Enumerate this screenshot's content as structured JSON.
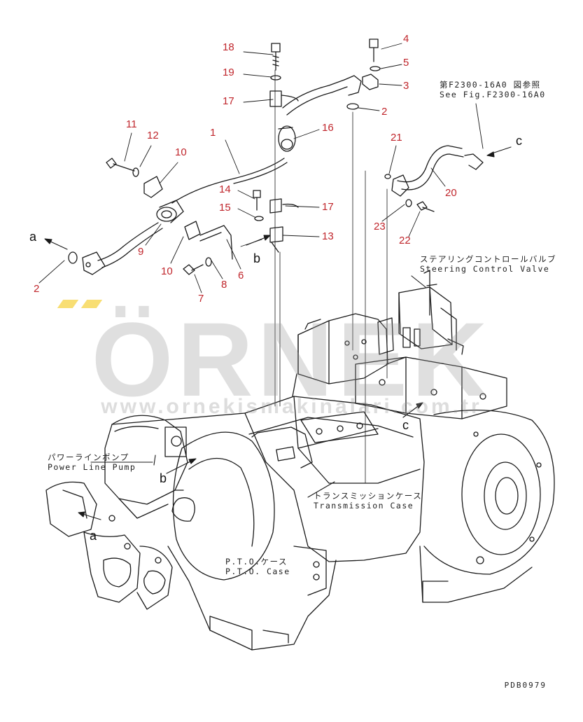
{
  "colors": {
    "number": "#c0262c",
    "line": "#1a1a1a",
    "watermark": "#969696",
    "accent": "#f2c200"
  },
  "callouts": [
    {
      "id": "n18",
      "text": "18"
    },
    {
      "id": "n19",
      "text": "19"
    },
    {
      "id": "n17a",
      "text": "17"
    },
    {
      "id": "n4",
      "text": "4"
    },
    {
      "id": "n5",
      "text": "5"
    },
    {
      "id": "n3",
      "text": "3"
    },
    {
      "id": "n2a",
      "text": "2"
    },
    {
      "id": "n16",
      "text": "16"
    },
    {
      "id": "n1",
      "text": "1"
    },
    {
      "id": "n11",
      "text": "11"
    },
    {
      "id": "n12",
      "text": "12"
    },
    {
      "id": "n10a",
      "text": "10"
    },
    {
      "id": "n14",
      "text": "14"
    },
    {
      "id": "n15",
      "text": "15"
    },
    {
      "id": "n17b",
      "text": "17"
    },
    {
      "id": "n13",
      "text": "13"
    },
    {
      "id": "n9",
      "text": "9"
    },
    {
      "id": "n10b",
      "text": "10"
    },
    {
      "id": "n6",
      "text": "6"
    },
    {
      "id": "n8",
      "text": "8"
    },
    {
      "id": "n7",
      "text": "7"
    },
    {
      "id": "n2b",
      "text": "2"
    },
    {
      "id": "n21",
      "text": "21"
    },
    {
      "id": "n20",
      "text": "20"
    },
    {
      "id": "n23",
      "text": "23"
    },
    {
      "id": "n22",
      "text": "22"
    }
  ],
  "letters": [
    {
      "id": "la1",
      "text": "a"
    },
    {
      "id": "lb1",
      "text": "b"
    },
    {
      "id": "lc1",
      "text": "c"
    },
    {
      "id": "lc2",
      "text": "c"
    },
    {
      "id": "lb2",
      "text": "b"
    },
    {
      "id": "la2",
      "text": "a"
    }
  ],
  "labels": {
    "ref_jp": "第F2300-16A0 図参照",
    "ref_en": "See Fig.F2300-16A0",
    "steering_jp": "ステアリングコントロールバルブ",
    "steering_en": "Steering Control Valve",
    "pump_jp": "パワーラインポンプ",
    "pump_en": "Power Line Pump",
    "trans_jp": "トランスミッションケース",
    "trans_en": "Transmission Case",
    "pto_jp": "P.T.O.ケース",
    "pto_en": "P.T.O. Case"
  },
  "watermark": {
    "brand": "ÖRNEK",
    "url": "www.ornekismakinalari.com.tr"
  },
  "drawing_code": "PDB0979"
}
